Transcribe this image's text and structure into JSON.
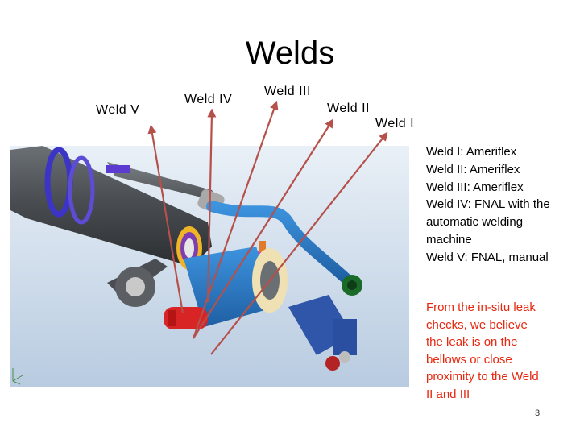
{
  "slide": {
    "title": "Welds",
    "page_number": "3"
  },
  "labels": {
    "weld_v": "Weld V",
    "weld_iv": "Weld IV",
    "weld_iii": "Weld III",
    "weld_ii": "Weld II",
    "weld_i": "Weld I"
  },
  "weld_list": [
    "Weld I: Ameriflex",
    "Weld II: Ameriflex",
    "Weld III: Ameriflex",
    "Weld IV: FNAL with the automatic welding machine",
    "Weld V: FNAL, manual"
  ],
  "note": "From the in-situ leak checks, we believe the leak is on the bellows or close proximity to the Weld II and III",
  "colors": {
    "arrow": "#b5504a",
    "note_text": "#e8270e",
    "pipe_blue": "#2f7fcc",
    "vessel_dark": "#3f4347",
    "background_grad_top": "#e6eef6",
    "background_grad_bottom": "#b9cce0"
  }
}
